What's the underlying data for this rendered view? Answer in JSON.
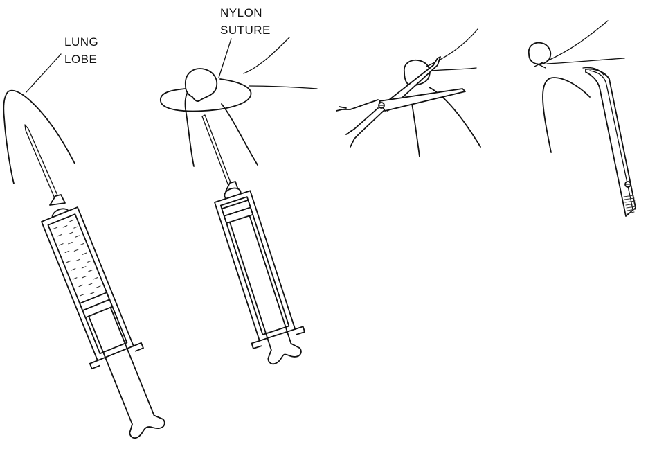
{
  "labels": {
    "lung_lobe_line1": "LUNG",
    "lung_lobe_line2": "LOBE",
    "nylon_suture_line1": "NYLON",
    "nylon_suture_line2": "SUTURE"
  },
  "panels": [
    {
      "step": 1,
      "depicts": "syringe-injecting-lung-lobe"
    },
    {
      "step": 2,
      "depicts": "nylon-suture-loop-around-lobe-tip"
    },
    {
      "step": 3,
      "depicts": "scissors-cutting-below-ligature"
    },
    {
      "step": 4,
      "depicts": "forceps-holding-ligated-tip"
    }
  ]
}
